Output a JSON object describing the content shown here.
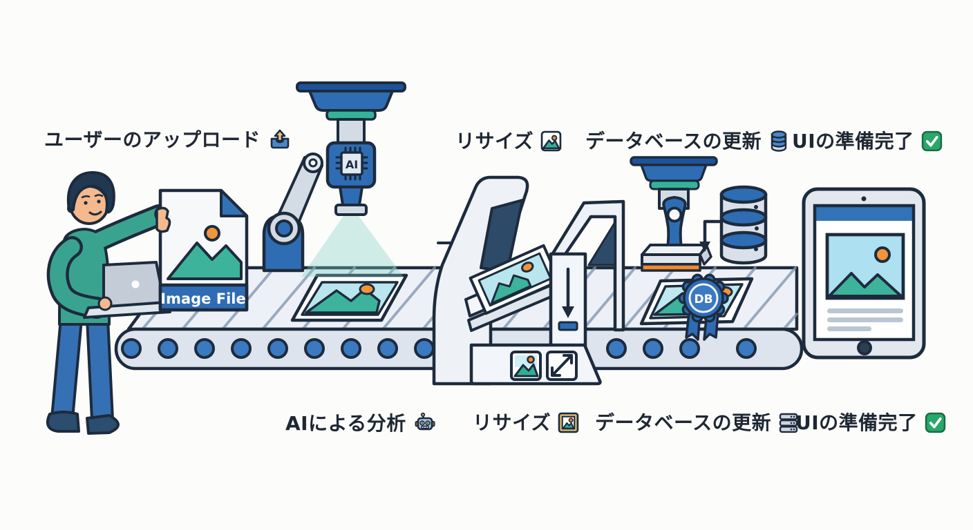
{
  "labels": {
    "top": [
      {
        "text": "ユーザーのアップロード",
        "icon": "upload-tray-icon"
      },
      {
        "text": "リサイズ",
        "icon": "image-icon"
      },
      {
        "text": "データベースの更新",
        "icon": "database-icon"
      },
      {
        "text": "UIの準備完了",
        "icon": "check-icon"
      }
    ],
    "bottom": [
      {
        "text": "AIによる分析",
        "icon": "robot-icon"
      },
      {
        "text": "リサイズ",
        "icon": "framed-image-icon"
      },
      {
        "text": "データベースの更新",
        "icon": "server-icon"
      },
      {
        "text": "UIの準備完了",
        "icon": "check-icon"
      }
    ]
  },
  "document": {
    "label": "Image File"
  },
  "ai_chip": {
    "label": "AI"
  },
  "db_badge": {
    "label": "DB"
  },
  "colors": {
    "outline": "#1d2b3d",
    "blue": "#2e6db4",
    "roller_blue": "#3b79c0",
    "teal": "#35b39a",
    "mountain_teal": "#3db39c",
    "sky": "#b9e6ee",
    "orange": "#ef8a2e",
    "check_green": "#2aa769",
    "machine_gray": "#eef2f7",
    "belt_gray": "#dde4ed",
    "sweater_teal": "#3aa390",
    "pants_blue": "#3570b5",
    "skin": "#f5b98d",
    "background": "#fcfcfa"
  }
}
